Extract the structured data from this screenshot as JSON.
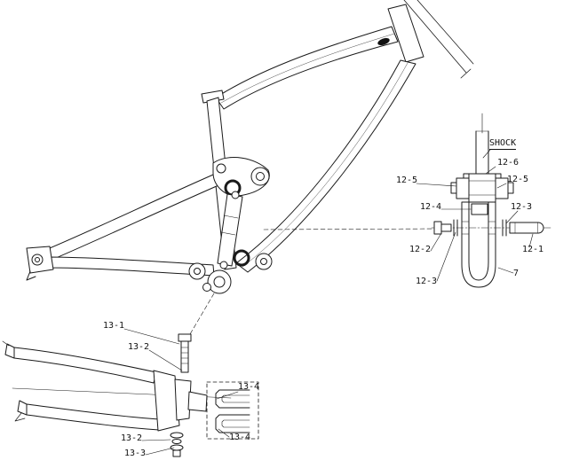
{
  "meta": {
    "type": "technical-assembly-diagram",
    "subject": "full-suspension bicycle frame exploded hardware views",
    "background_color": "#ffffff",
    "line_color": "#1a1a1a"
  },
  "shock_detail": {
    "title_label": "SHOCK",
    "labels": {
      "l12_6": "12-6",
      "l12_5_left": "12-5",
      "l12_5_right": "12-5",
      "l12_4": "12-4",
      "l12_3_right": "12-3",
      "l12_2": "12-2",
      "l12_1": "12-1",
      "l12_3_bottom": "12-3",
      "l7": "7"
    }
  },
  "swingarm_detail": {
    "labels": {
      "l13_1": "13-1",
      "l13_2_top": "13-2",
      "l13_4_top": "13-4",
      "l13_2_bottom": "13-2",
      "l13_3": "13-3",
      "l13_4_bottom": "13-4"
    }
  }
}
